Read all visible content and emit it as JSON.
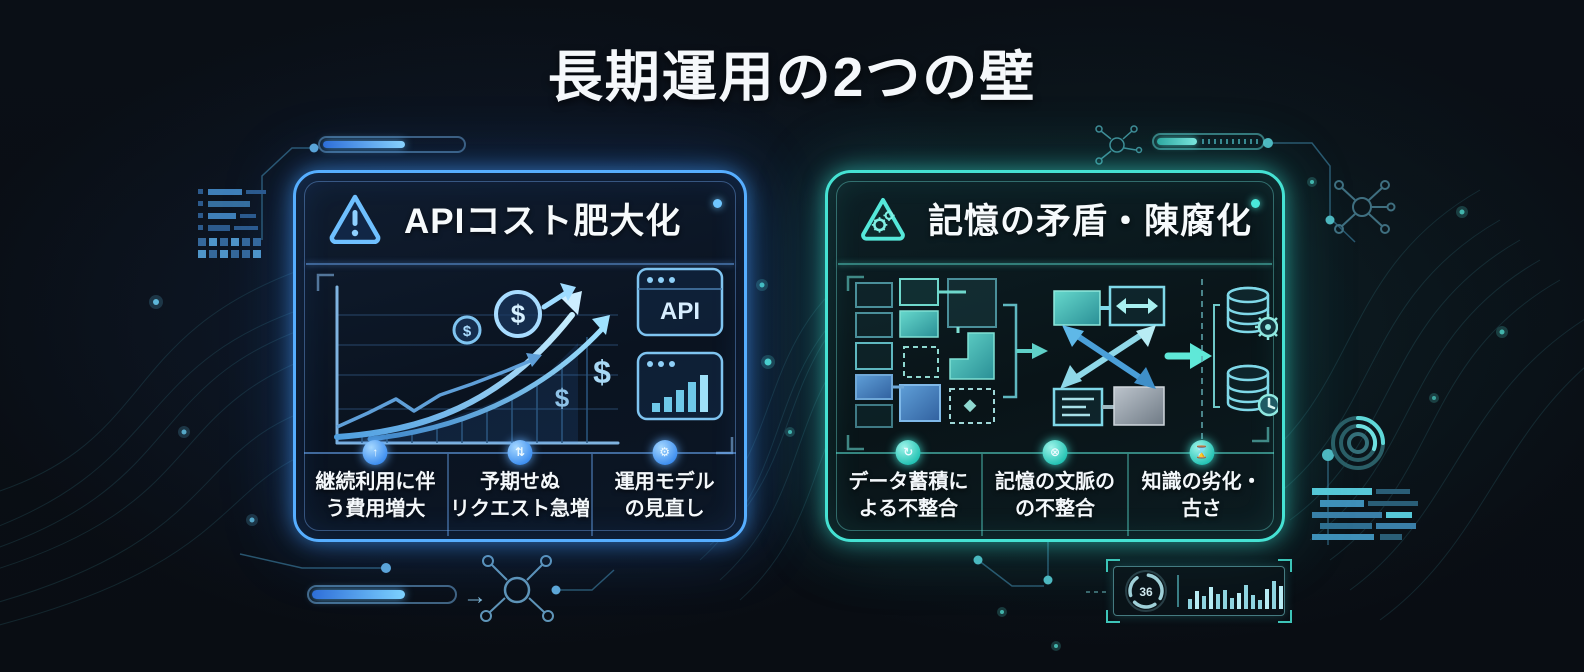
{
  "title": "長期運用の2つの壁",
  "left_panel": {
    "title": "APIコスト肥大化",
    "accent": "#56aeff",
    "api_icon_label": "API",
    "currency": "$",
    "items": [
      {
        "badge": "↑",
        "line1": "継続利用に伴",
        "line2": "う費用増大"
      },
      {
        "badge": "⇅",
        "line1": "予期せぬ",
        "line2": "リクエスト急増"
      },
      {
        "badge": "⚙",
        "line1": "運用モデル",
        "line2": "の見直し"
      }
    ]
  },
  "right_panel": {
    "title": "記憶の矛盾・陳腐化",
    "accent": "#45e2d3",
    "items": [
      {
        "badge": "↻",
        "line1": "データ蓄積に",
        "line2": "よる不整合"
      },
      {
        "badge": "⊗",
        "line1": "記憶の文脈の",
        "line2": "の不整合"
      },
      {
        "badge": "⌛",
        "line1": "知識の劣化・",
        "line2": "古さ"
      }
    ]
  },
  "widgets": {
    "gauge_value": "36"
  },
  "colors": {
    "background": "#0a0f16",
    "left_accent": "#56aeff",
    "right_accent": "#45e2d3",
    "text": "#f5f8fb"
  }
}
